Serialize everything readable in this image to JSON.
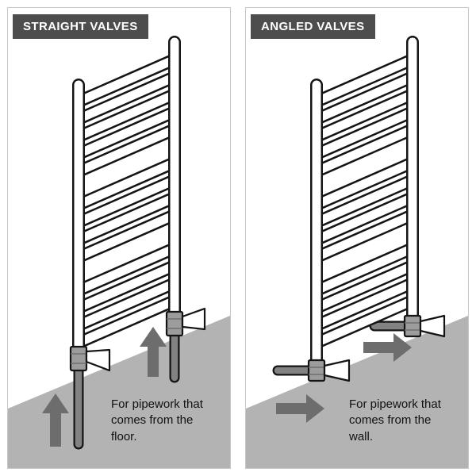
{
  "page": {
    "background": "#ffffff"
  },
  "colors": {
    "panel_border": "#c8c8c8",
    "header_bg": "#4d4d4d",
    "header_text": "#ffffff",
    "slope_gray": "#b3b3b3",
    "arrow_gray": "#6d6d6d",
    "valve_body_gray": "#9c9c9c",
    "pipe_gray": "#828282",
    "outline_black": "#141414",
    "tube_white": "#ffffff",
    "caption_text": "#111111"
  },
  "panels": [
    {
      "id": "straight-valves",
      "title": "STRAIGHT VALVES",
      "caption": "For pipework that comes from the floor.",
      "arrow_icon": "up-arrow",
      "pipework_source": "floor"
    },
    {
      "id": "angled-valves",
      "title": "ANGLED VALVES",
      "caption": "For pipework that comes from the wall.",
      "arrow_icon": "right-arrow",
      "pipework_source": "wall"
    }
  ]
}
